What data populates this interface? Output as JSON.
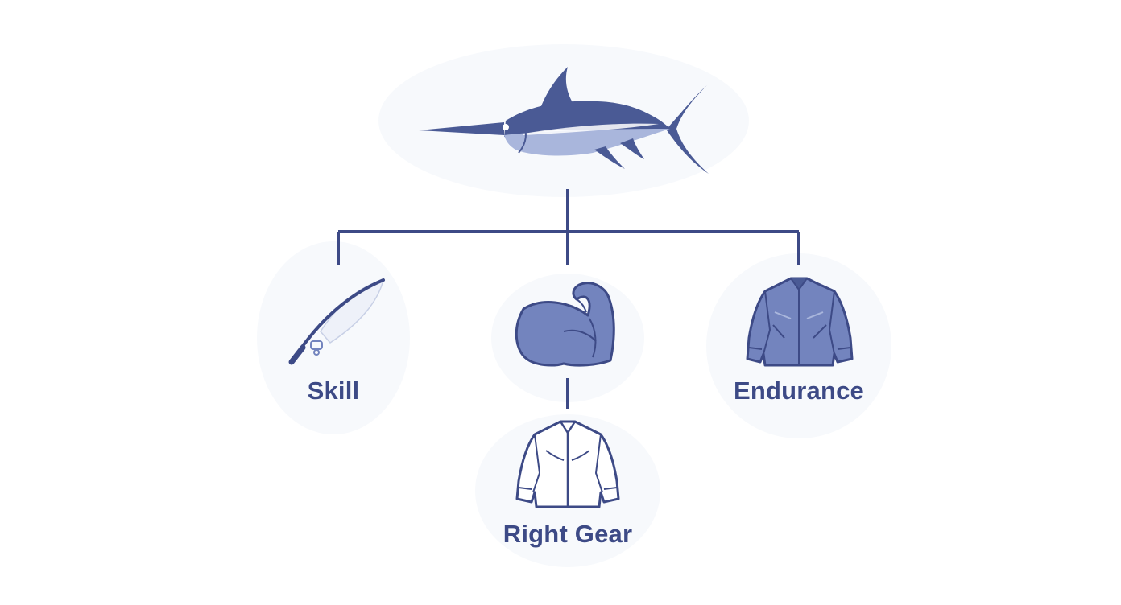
{
  "diagram": {
    "root": {
      "icon": "marlin-icon"
    },
    "branches": [
      {
        "key": "skill",
        "label": "Skill",
        "icon": "fishing-rod-icon"
      },
      {
        "key": "strength",
        "label": "",
        "icon": "flexed-bicep-icon"
      },
      {
        "key": "endurance",
        "label": "Endurance",
        "icon": "filled-jacket-icon"
      }
    ],
    "sub_branch": {
      "parent": "strength",
      "label": "Right Gear",
      "icon": "outline-jacket-icon"
    }
  },
  "colors": {
    "primary": "#3d4a86",
    "fill_dark": "#4a5a95",
    "fill_mid": "#7384be",
    "fill_light": "#a9b6dc",
    "halo": "#f6f8fc"
  }
}
